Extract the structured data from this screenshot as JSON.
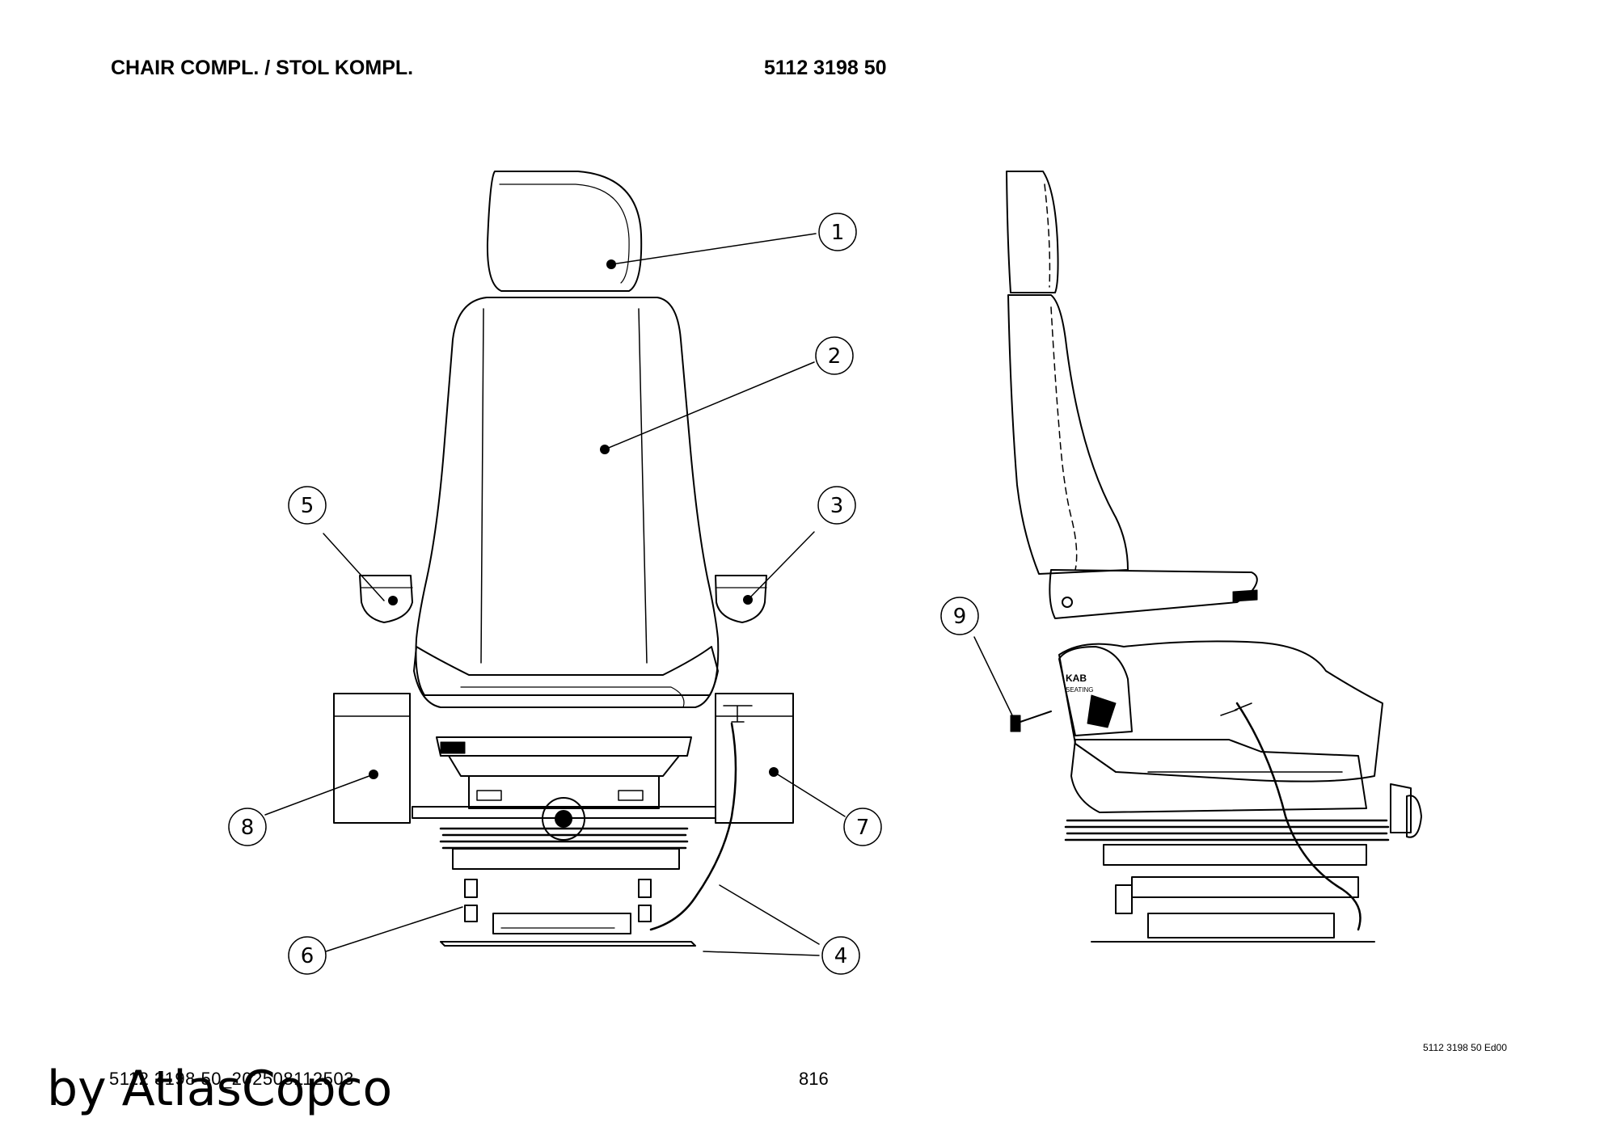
{
  "header": {
    "title": "CHAIR COMPL. / STOL KOMPL.",
    "part_number": "5112 3198 50"
  },
  "callouts": [
    "1",
    "2",
    "3",
    "4",
    "5",
    "6",
    "7",
    "8",
    "9"
  ],
  "side_label": {
    "line1": "KAB",
    "line2": "SEATING"
  },
  "footer": {
    "edition_code": "5112 3198 50 Ed00",
    "page_number": "816",
    "document_id": "5112 3198 50_202508112503",
    "watermark": "by AtlasCopco"
  }
}
